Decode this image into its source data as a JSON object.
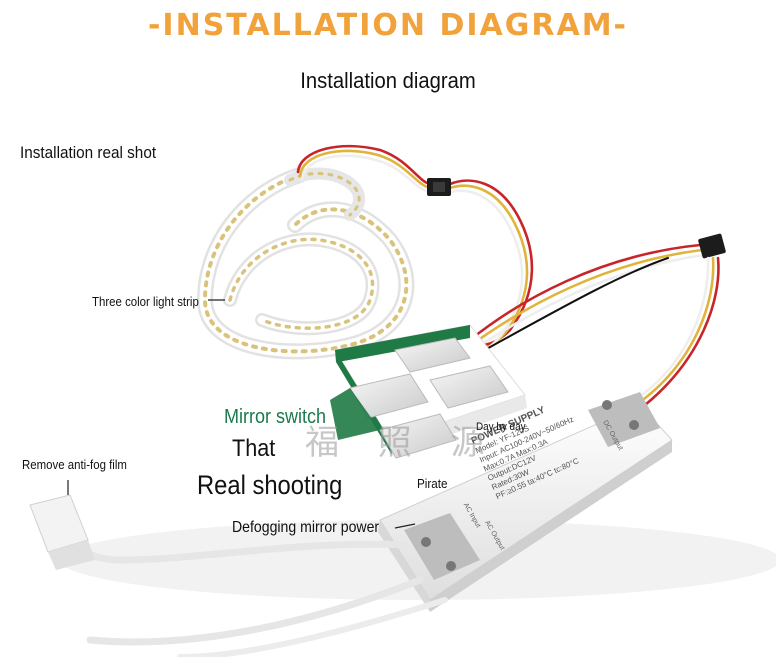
{
  "banner": "-INSTALLATION DIAGRAM-",
  "subtitle": "Installation diagram",
  "labels": {
    "real_shot": "Installation real shot",
    "light_strip": "Three color light strip",
    "mirror_switch": "Mirror switch",
    "that": "That",
    "real_shooting": "Real shooting",
    "day_by_day": "Day by day",
    "pirate": "Pirate",
    "anti_fog": "Remove anti-fog film",
    "defog_power": "Defogging mirror power"
  },
  "power_supply": {
    "brand": "POWER SUPPLY",
    "lines": [
      "Model: YF-120S",
      "Input: AC100-240V~50/60Hz",
      "Max:0.7A  Max:0.3A",
      "Output:DC12V",
      "Rated:30W",
      "PF:≥0.55  ta:40°C  tc:80°C"
    ],
    "ac_input": "AC Input",
    "ac_output": "AC Output",
    "dc_output": "DC Output"
  },
  "watermark": "福 照 源",
  "colors": {
    "banner": "#f2a23a",
    "mirror_switch": "#1b7a4c",
    "pcb": "#1f7a45",
    "wire_red": "#c8252b",
    "wire_yellow": "#e0b43c",
    "wire_white": "#e8e8e8"
  }
}
